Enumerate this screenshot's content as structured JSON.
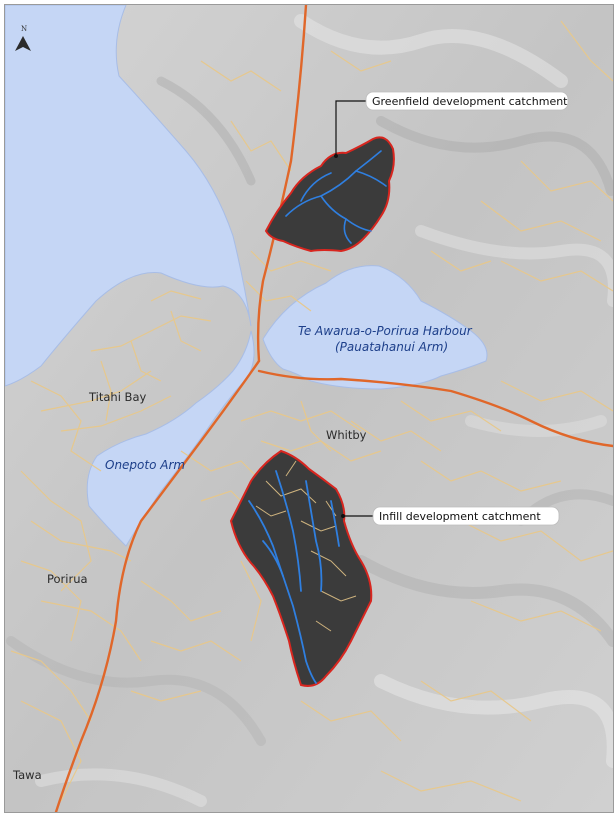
{
  "map": {
    "north_label": "N",
    "callouts": {
      "greenfield": "Greenfield development catchment",
      "infill": "Infill development catchment"
    },
    "water_labels": {
      "harbour_line1": "Te Awarua-o-Porirua Harbour",
      "harbour_line2": "(Pauatahanui Arm)",
      "onepoto": "Onepoto Arm"
    },
    "places": {
      "titahi_bay": "Titahi Bay",
      "whitby": "Whitby",
      "porirua": "Porirua",
      "tawa": "Tawa"
    },
    "colors": {
      "water": "#c5d6f5",
      "catchment_fill": "#3b3b3b",
      "catchment_outline": "#d8261f",
      "streams": "#2f7fe0",
      "local_roads": "#e8c88a",
      "state_highway": "#e0672a",
      "terrain": "#c9c9c9"
    }
  }
}
